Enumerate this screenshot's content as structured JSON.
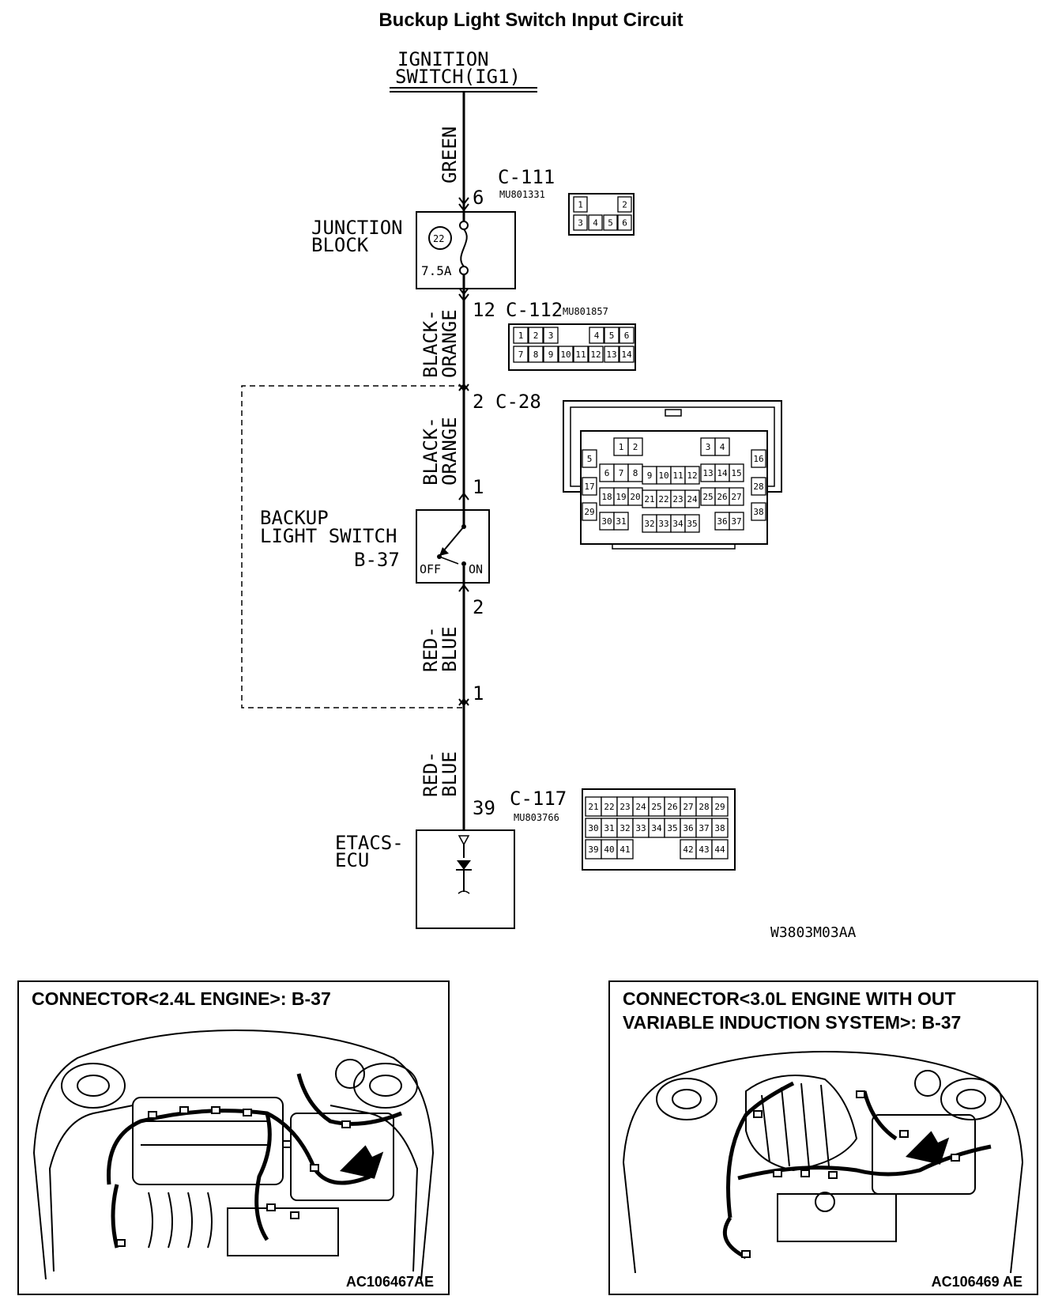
{
  "title": "Buckup Light Switch Input Circuit",
  "source": {
    "line1": "IGNITION",
    "line2": "SWITCH(IG1)"
  },
  "wires": {
    "w1": "GREEN",
    "w2_1": "BLACK-",
    "w2_2": "ORANGE",
    "w3_1": "BLACK-",
    "w3_2": "ORANGE",
    "w4_1": "RED-",
    "w4_2": "BLUE",
    "w5_1": "RED-",
    "w5_2": "BLUE"
  },
  "junction": {
    "line1": "JUNCTION",
    "line2": "BLOCK",
    "fuse_no": "22",
    "fuse_rating": "7.5A"
  },
  "connectors": {
    "c111": {
      "id": "C-111",
      "part": "MU801331",
      "pin_top": "6",
      "pins": [
        "1",
        "2",
        "3",
        "4",
        "5",
        "6"
      ]
    },
    "c112": {
      "id": "C-112",
      "part": "MU801857",
      "pin": "12",
      "pins": [
        "1",
        "2",
        "3",
        "4",
        "5",
        "6",
        "7",
        "8",
        "9",
        "10",
        "11",
        "12",
        "13",
        "14"
      ]
    },
    "c28": {
      "id": "C-28",
      "pin": "2",
      "pins": [
        "1",
        "2",
        "3",
        "4",
        "5",
        "6",
        "7",
        "8",
        "9",
        "10",
        "11",
        "12",
        "13",
        "14",
        "15",
        "16",
        "17",
        "18",
        "19",
        "20",
        "21",
        "22",
        "23",
        "24",
        "25",
        "26",
        "27",
        "28",
        "29",
        "30",
        "31",
        "32",
        "33",
        "34",
        "35",
        "36",
        "37",
        "38"
      ]
    },
    "c117": {
      "id": "C-117",
      "part": "MU803766",
      "pin": "39",
      "pins": [
        "21",
        "22",
        "23",
        "24",
        "25",
        "26",
        "27",
        "28",
        "29",
        "30",
        "31",
        "32",
        "33",
        "34",
        "35",
        "36",
        "37",
        "38",
        "39",
        "40",
        "41",
        "42",
        "43",
        "44"
      ]
    }
  },
  "switch": {
    "line1": "BACKUP",
    "line2": "LIGHT SWITCH",
    "id": "B-37",
    "pin_top": "1",
    "pin_bottom": "2",
    "off": "OFF",
    "on": "ON"
  },
  "bottom_pin": "1",
  "ecu": {
    "line1": "ETACS-",
    "line2": "ECU"
  },
  "ref": "W3803M03AA",
  "panels": [
    {
      "title_line1": "CONNECTOR<2.4L ENGINE>: B-37",
      "title_line2": "",
      "code": "AC106467AE"
    },
    {
      "title_line1": "CONNECTOR<3.0L ENGINE WITH OUT",
      "title_line2": "VARIABLE INDUCTION SYSTEM>: B-37",
      "code": "AC106469 AE"
    }
  ]
}
